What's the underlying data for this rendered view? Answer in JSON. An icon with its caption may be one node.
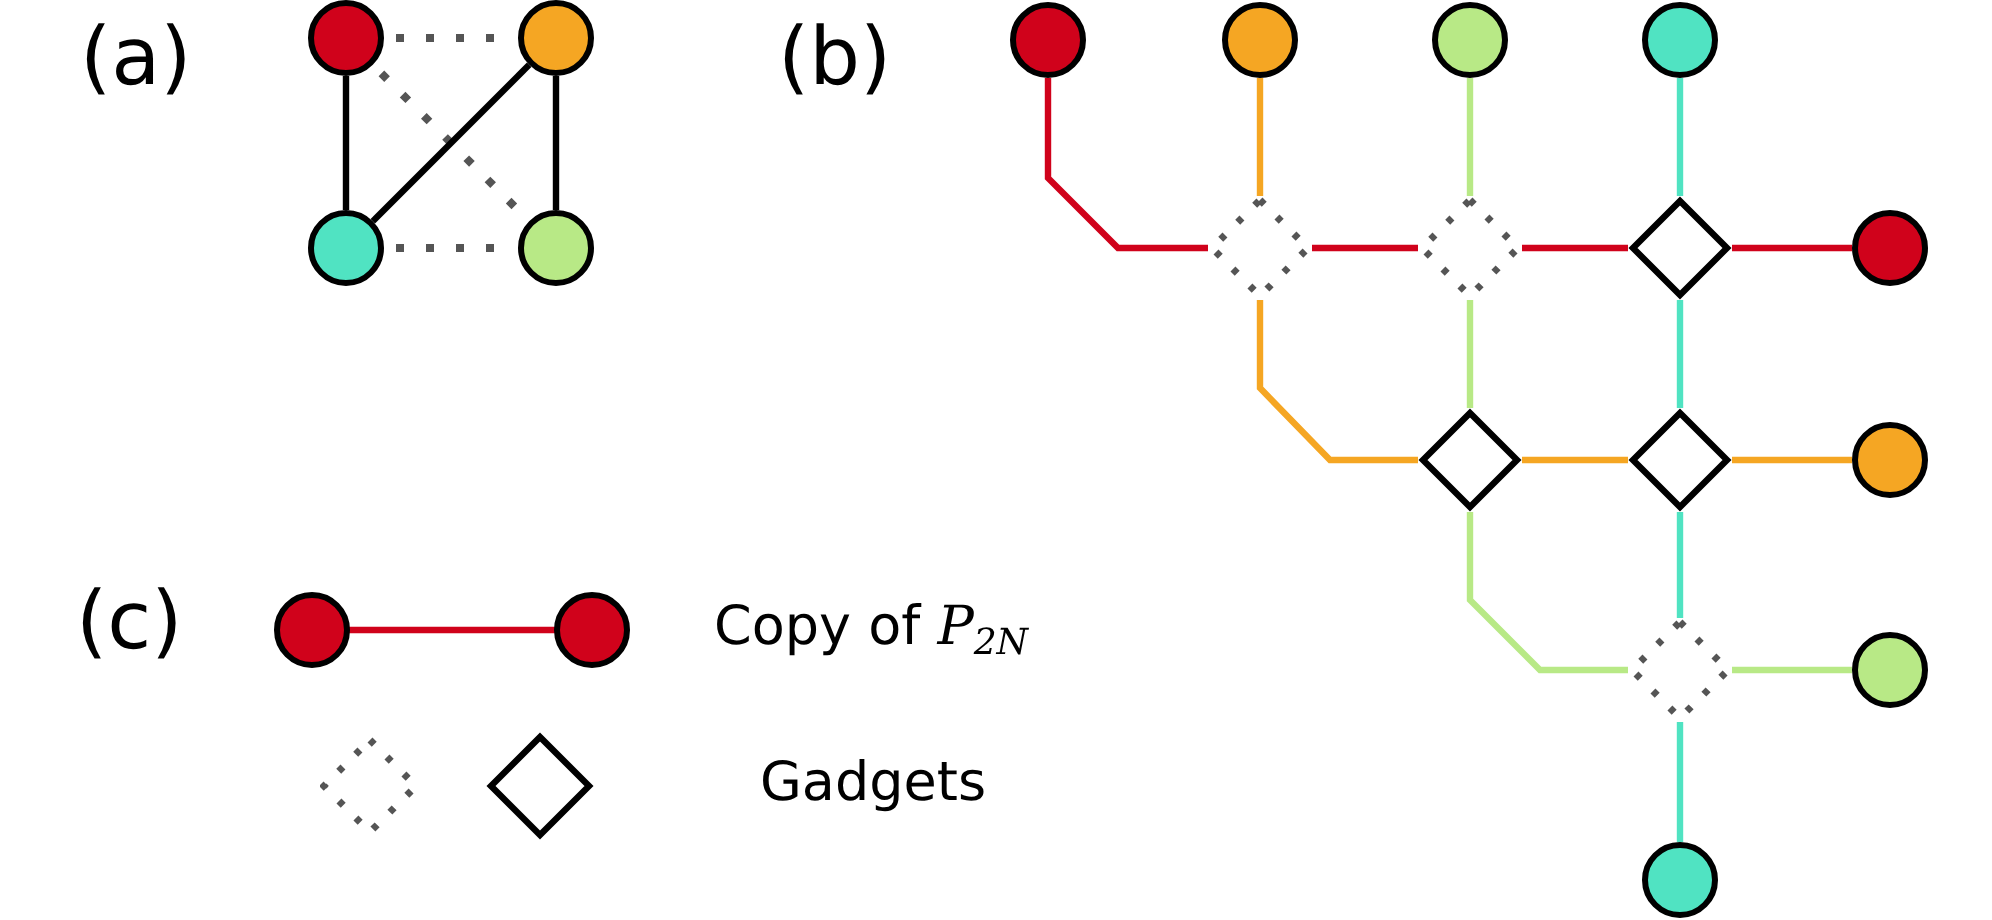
{
  "diagram": {
    "nodes": [
      {
        "text": [],
        "shape": "circle"
      },
      {
        "text": [],
        "shape": "circle"
      },
      {
        "text": [],
        "shape": "circle"
      },
      {
        "text": [],
        "shape": "circle"
      },
      {
        "text": [],
        "shape": "circle"
      },
      {
        "text": [],
        "shape": "circle"
      },
      {
        "text": [],
        "shape": "circle"
      },
      {
        "text": [],
        "shape": "circle"
      },
      {
        "text": [],
        "shape": "diamond"
      },
      {
        "text": [],
        "shape": "diamond"
      },
      {
        "text": [],
        "shape": "diamond"
      },
      {
        "text": [],
        "shape": "circle"
      },
      {
        "text": [],
        "shape": "diamond"
      },
      {
        "text": [],
        "shape": "diamond"
      },
      {
        "text": [],
        "shape": "circle"
      },
      {
        "text": [],
        "shape": "diamond"
      },
      {
        "text": [],
        "shape": "circle"
      },
      {
        "text": [],
        "shape": "circle"
      }
    ],
    "edges": [
      {
        "from": 0,
        "to": 2,
        "arrow": "none",
        "color": "#000000"
      },
      {
        "from": 1,
        "to": 3,
        "arrow": "none",
        "color": "#000000"
      },
      {
        "from": 1,
        "to": 2,
        "arrow": "none",
        "color": "#000000"
      },
      {
        "from": 0,
        "to": 1,
        "arrow": "none",
        "style": "dashed",
        "color": "#555555"
      },
      {
        "from": 2,
        "to": 3,
        "arrow": "none",
        "style": "dashed",
        "color": "#555555"
      },
      {
        "from": 0,
        "to": 3,
        "arrow": "none",
        "style": "dashed",
        "color": "#555555"
      },
      {
        "from": 4,
        "to": 8,
        "arrow": "none",
        "color": "#d0021b"
      },
      {
        "from": 8,
        "to": 9,
        "arrow": "none",
        "color": "#d0021b"
      },
      {
        "from": 9,
        "to": 10,
        "arrow": "none",
        "color": "#d0021b"
      },
      {
        "from": 10,
        "to": 11,
        "arrow": "none",
        "color": "#d0021b"
      },
      {
        "from": 5,
        "to": 8,
        "arrow": "none",
        "color": "#f5a623"
      },
      {
        "from": 8,
        "to": 12,
        "arrow": "none",
        "color": "#f5a623"
      },
      {
        "from": 12,
        "to": 13,
        "arrow": "none",
        "color": "#f5a623"
      },
      {
        "from": 13,
        "to": 14,
        "arrow": "none",
        "color": "#f5a623"
      },
      {
        "from": 6,
        "to": 9,
        "arrow": "none",
        "color": "#b8e986"
      },
      {
        "from": 9,
        "to": 12,
        "arrow": "none",
        "color": "#b8e986"
      },
      {
        "from": 12,
        "to": 15,
        "arrow": "none",
        "color": "#b8e986"
      },
      {
        "from": 15,
        "to": 16,
        "arrow": "none",
        "color": "#b8e986"
      },
      {
        "from": 7,
        "to": 10,
        "arrow": "none",
        "color": "#50e3c2"
      },
      {
        "from": 10,
        "to": 13,
        "arrow": "none",
        "color": "#50e3c2"
      },
      {
        "from": 13,
        "to": 15,
        "arrow": "none",
        "color": "#50e3c2"
      },
      {
        "from": 15,
        "to": 17,
        "arrow": "none",
        "color": "#50e3c2"
      }
    ],
    "labels": [
      "(a)",
      "(b)",
      "(c)"
    ],
    "legend": [
      {
        "text": "Copy of *P*$_{2N}$"
      },
      {
        "text": "Gadgets"
      }
    ]
  }
}
